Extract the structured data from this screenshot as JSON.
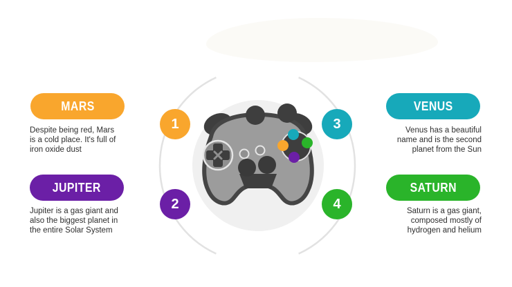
{
  "planets": [
    {
      "number": "1",
      "name": "MARS",
      "color": "#F9A62D",
      "description": "Despite being red, Mars\nis a cold place. It's full of\niron oxide dust"
    },
    {
      "number": "2",
      "name": "JUPITER",
      "color": "#6B1FA6",
      "description": "Jupiter is a gas giant and\nalso the biggest planet in\nthe entire Solar System"
    },
    {
      "number": "3",
      "name": "VENUS",
      "color": "#17A9BA",
      "description": "Venus has a beautiful\nname and is the second\nplanet from the Sun"
    },
    {
      "number": "4",
      "name": "SATURN",
      "color": "#2AB42A",
      "description": "Saturn is a gas giant,\ncomposed mostly of\nhydrogen and helium"
    }
  ],
  "illustration": {
    "name": "game-controller",
    "backdrop_color": "#F0F0F0",
    "body_color": "#9C9C9C",
    "outline_color": "#454545",
    "ring_color": "#E2E2E2",
    "button_colors": {
      "top": "#17A9BA",
      "left": "#F9A62D",
      "right": "#2AB42A",
      "bottom": "#6B1FA6"
    }
  }
}
